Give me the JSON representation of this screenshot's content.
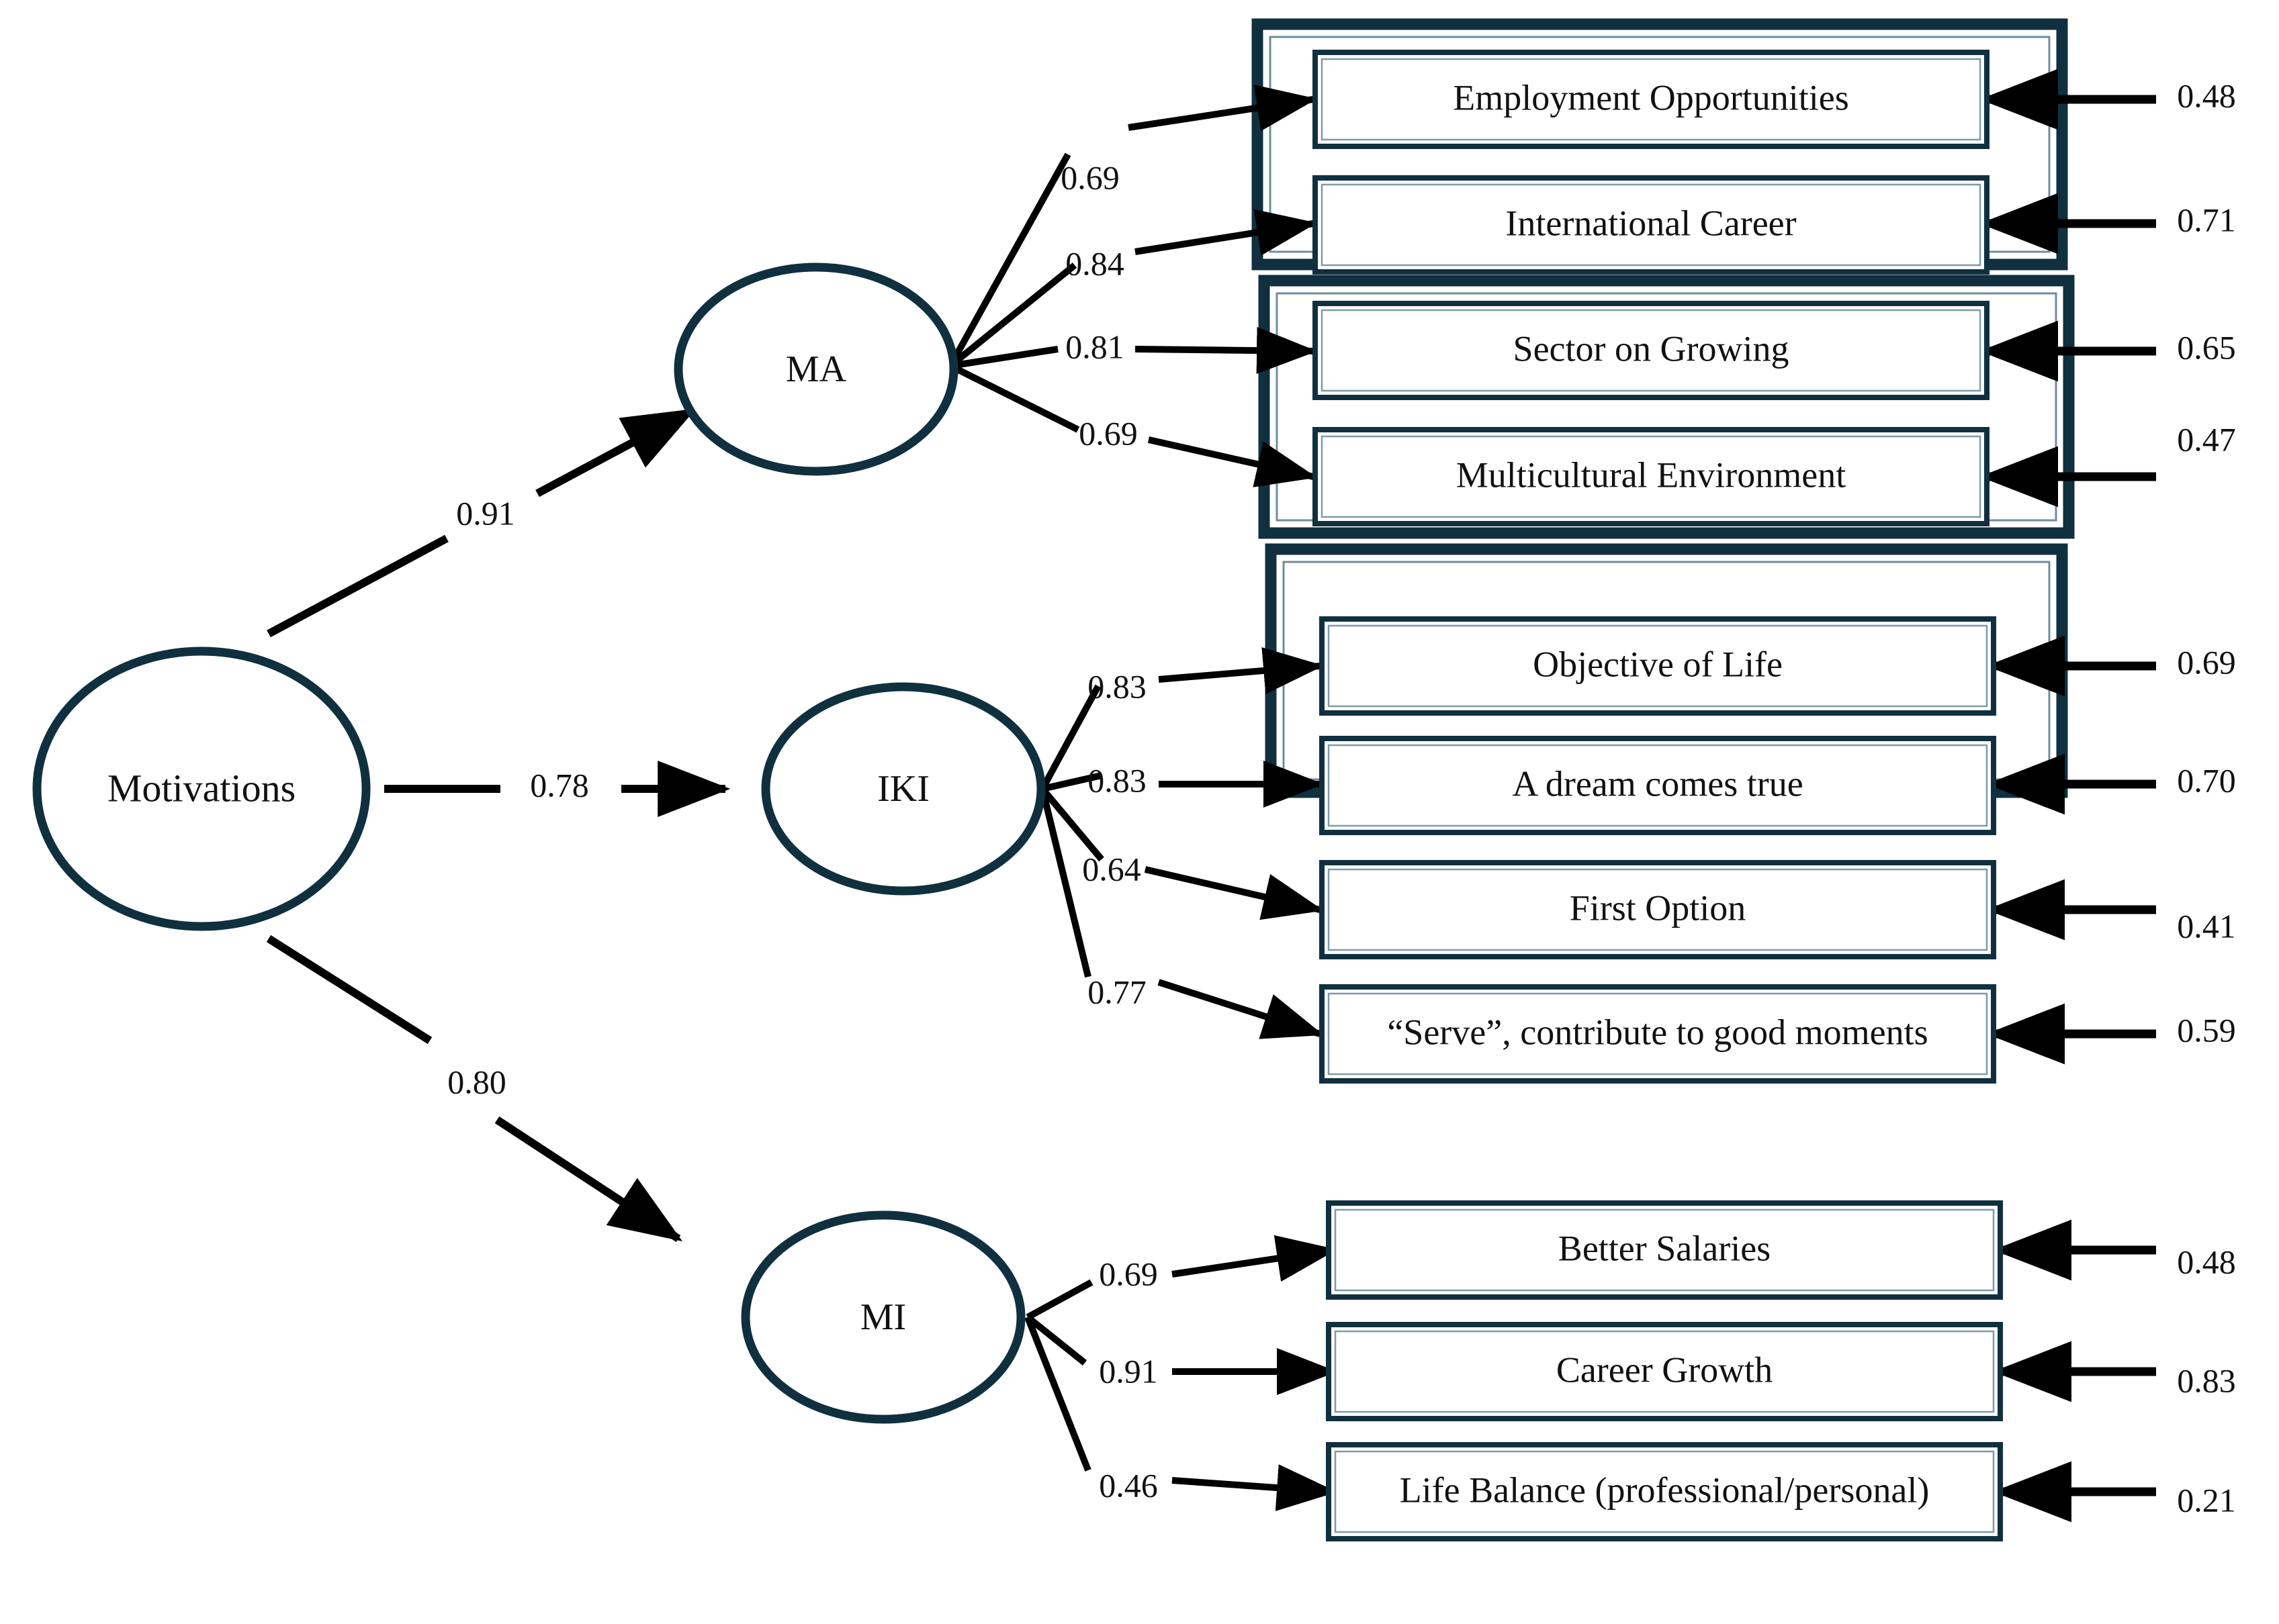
{
  "diagram": {
    "type": "structural-equation-model-path-diagram",
    "colors": {
      "navy": "#10303f",
      "navy_light": "#6f8d9c",
      "line_black": "#000000",
      "background": "#ffffff"
    },
    "exogenous": {
      "name": "motivations",
      "label": "Motivations"
    },
    "factors": [
      {
        "id": "ma",
        "label": "MA",
        "structural_coefficient": "0.91",
        "indicators": [
          {
            "label": "Employment Opportunities",
            "loading": "0.69",
            "residual": "0.48"
          },
          {
            "label": "International Career",
            "loading": "0.84",
            "residual": "0.71"
          },
          {
            "label": "Sector on Growing",
            "loading": "0.81",
            "residual": "0.65"
          },
          {
            "label": "Multicultural Environment",
            "loading": "0.69",
            "residual": "0.47"
          }
        ]
      },
      {
        "id": "iki",
        "label": "IKI",
        "structural_coefficient": "0.78",
        "indicators": [
          {
            "label": "Objective of Life",
            "loading": "0.83",
            "residual": "0.69"
          },
          {
            "label": "A dream comes true",
            "loading": "0.83",
            "residual": "0.70"
          },
          {
            "label": "First Option",
            "loading": "0.64",
            "residual": "0.41"
          },
          {
            "label": "“Serve”, contribute to good moments",
            "loading": "0.77",
            "residual": "0.59"
          }
        ]
      },
      {
        "id": "mi",
        "label": "MI",
        "structural_coefficient": "0.80",
        "indicators": [
          {
            "label": "Better Salaries",
            "loading": "0.69",
            "residual": "0.48"
          },
          {
            "label": "Career Growth",
            "loading": "0.91",
            "residual": "0.83"
          },
          {
            "label": "Life Balance (professional/personal)",
            "loading": "0.46",
            "residual": "0.21"
          }
        ]
      }
    ]
  }
}
